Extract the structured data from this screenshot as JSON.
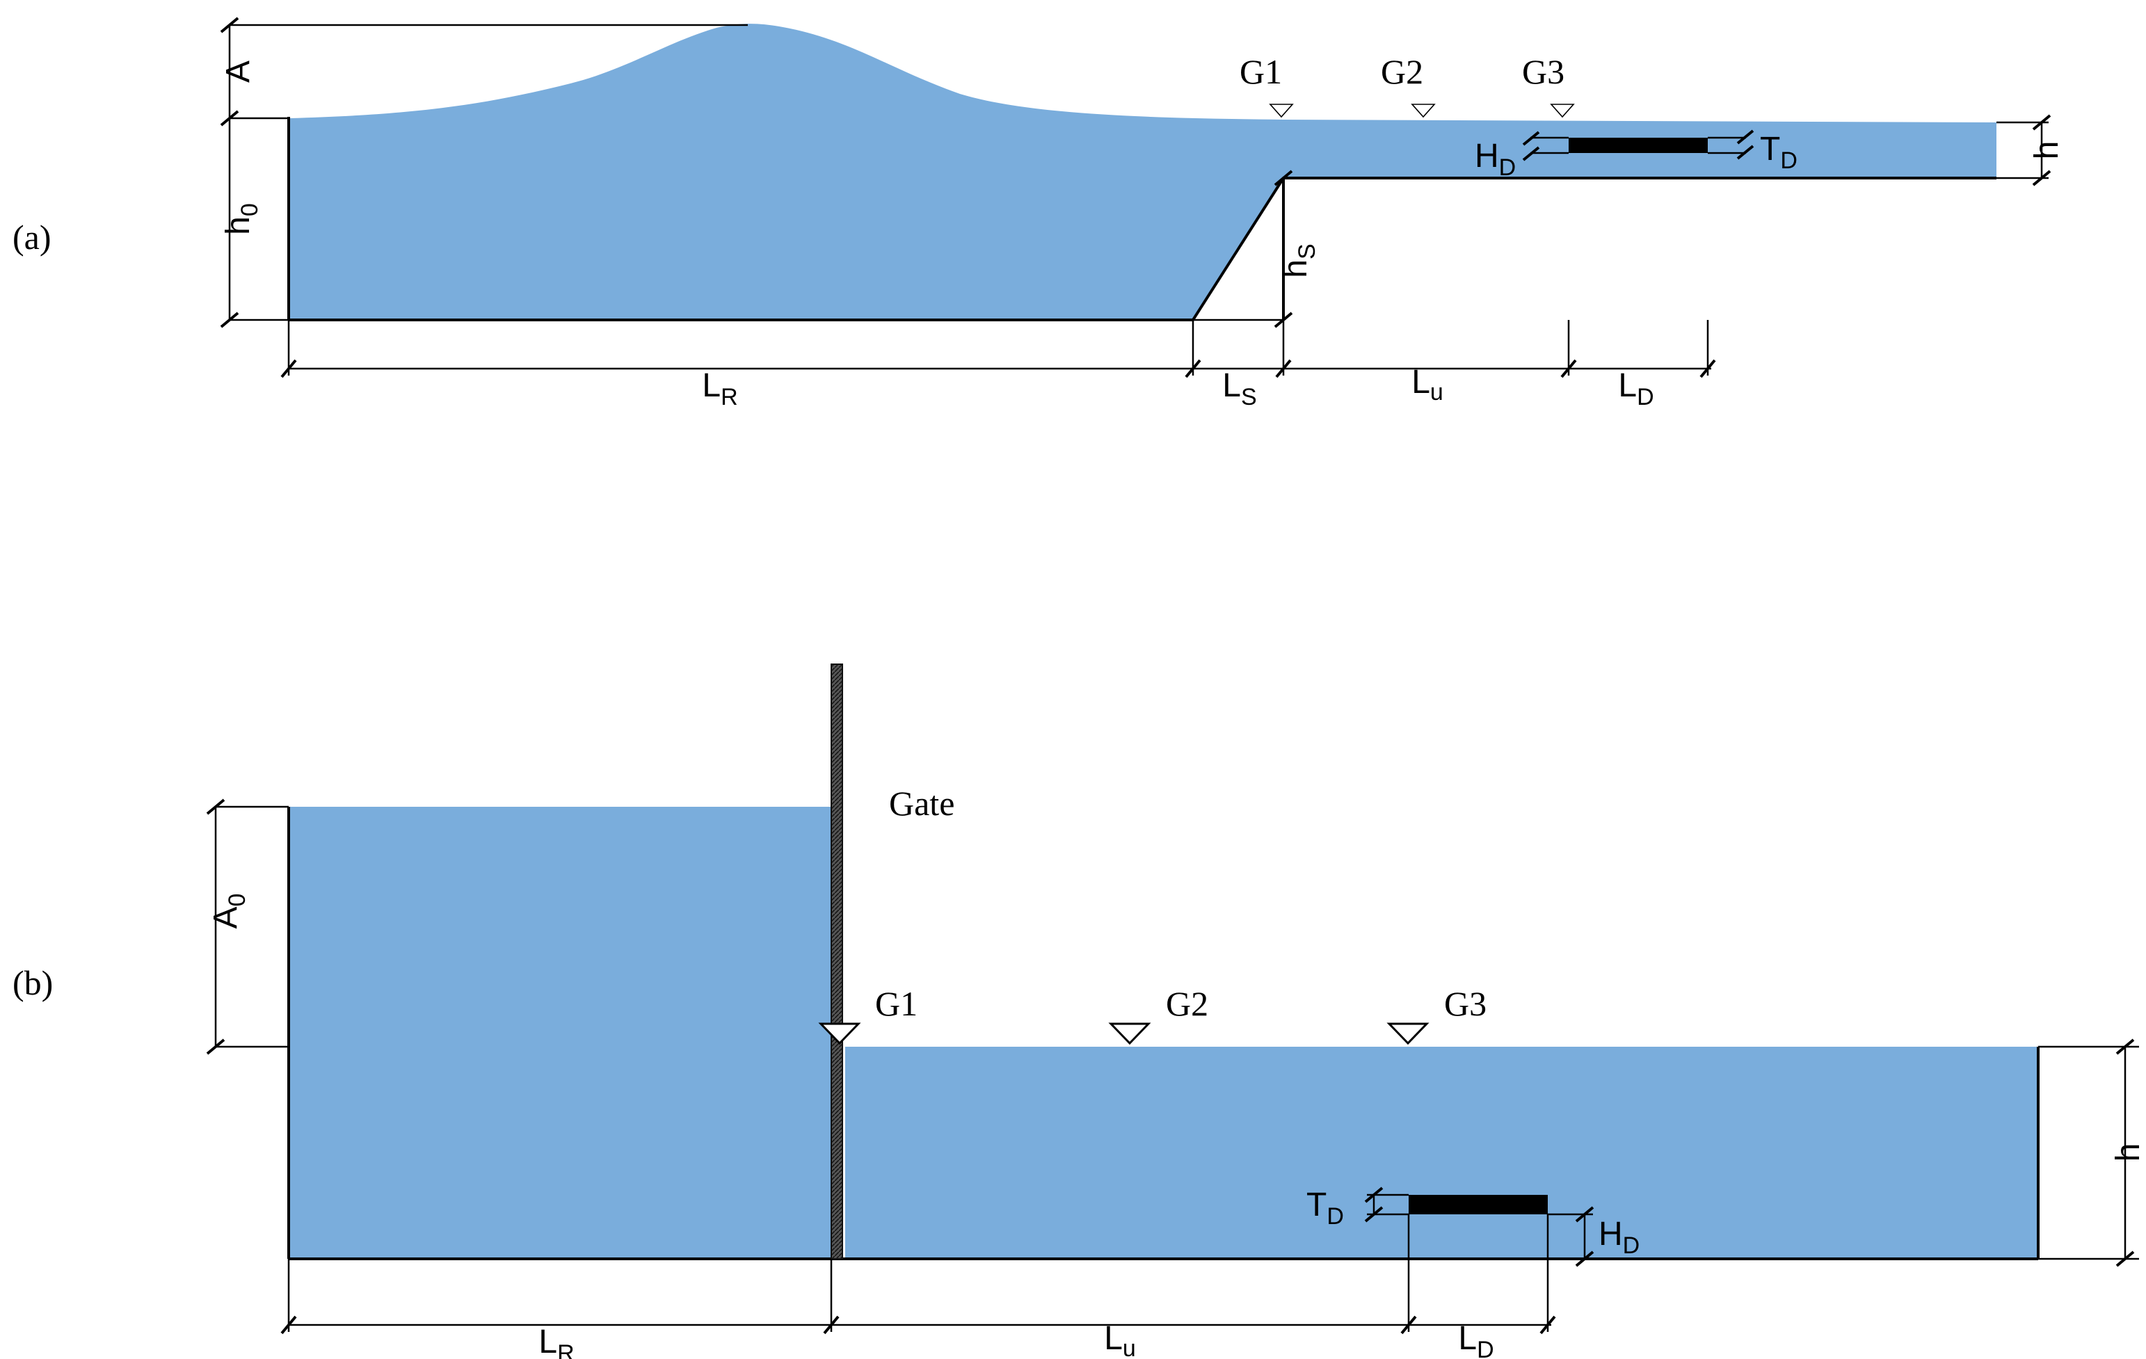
{
  "colors": {
    "water": "#7aaddc",
    "line": "#000000",
    "deck": "#000000",
    "gate": "#3a3a3a"
  },
  "panel_a": {
    "label": "(a)",
    "amplitude": "A",
    "still_depth": "h",
    "still_depth_sub": "0",
    "shelf_depth": "h",
    "step_height": "h",
    "step_height_sub": "S",
    "reservoir_length": "L",
    "reservoir_length_sub": "R",
    "slope_length": "L",
    "slope_length_sub": "S",
    "upstream_length": "L",
    "upstream_length_sub": "u",
    "deck_length": "L",
    "deck_length_sub": "D",
    "deck_submergence": "H",
    "deck_submergence_sub": "D",
    "deck_thickness": "T",
    "deck_thickness_sub": "D",
    "gauges": [
      "G1",
      "G2",
      "G3"
    ]
  },
  "panel_b": {
    "label": "(b)",
    "gate_label": "Gate",
    "initial_head": "A",
    "initial_head_sub": "0",
    "depth": "h",
    "reservoir_length": "L",
    "reservoir_length_sub": "R",
    "upstream_length": "L",
    "upstream_length_sub": "u",
    "deck_length": "L",
    "deck_length_sub": "D",
    "deck_submergence": "H",
    "deck_submergence_sub": "D",
    "deck_thickness": "T",
    "deck_thickness_sub": "D",
    "gauges": [
      "G1",
      "G2",
      "G3"
    ]
  }
}
